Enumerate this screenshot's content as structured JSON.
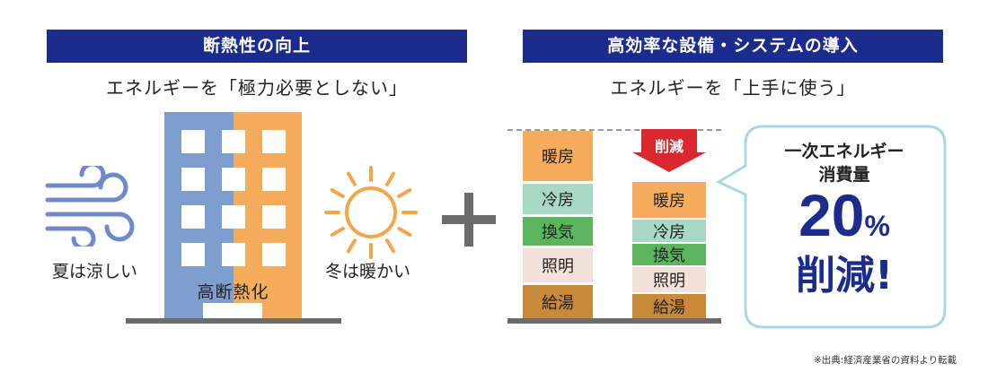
{
  "left": {
    "header": "断熱性の向上",
    "subtitle": "エネルギーを「極力必要としない」",
    "summer_label": "夏は涼しい",
    "building_label": "高断熱化",
    "winter_label": "冬は暖かい",
    "wind_icon": "wind-icon",
    "sun_icon": "sun-icon"
  },
  "right": {
    "header": "高効率な設備・システムの導入",
    "subtitle": "エネルギーを「上手に使う」",
    "reduction_arrow_label": "削減",
    "before_stack": [
      "暖房",
      "冷房",
      "換気",
      "照明",
      "給湯"
    ],
    "after_stack": [
      "暖房",
      "冷房",
      "換気",
      "照明",
      "給湯"
    ],
    "callout": {
      "line1": "一次エネルギー",
      "line2": "消費量",
      "number": "20",
      "unit": "%",
      "line3": "削減!"
    }
  },
  "plus_sign": "+",
  "source_note": "※出典:経済産業省の資料より転載",
  "colors": {
    "header_bg": "#1b2c8c",
    "heating": "#f5ad5c",
    "cooling": "#a7d9c4",
    "ventilation": "#5ab55c",
    "lighting": "#f3e2d9",
    "hot_water": "#c88a38",
    "building_blue": "#7f9ed0",
    "building_orange": "#f5ad5c",
    "wind": "#6f8ac6",
    "sun": "#f4a64a"
  }
}
